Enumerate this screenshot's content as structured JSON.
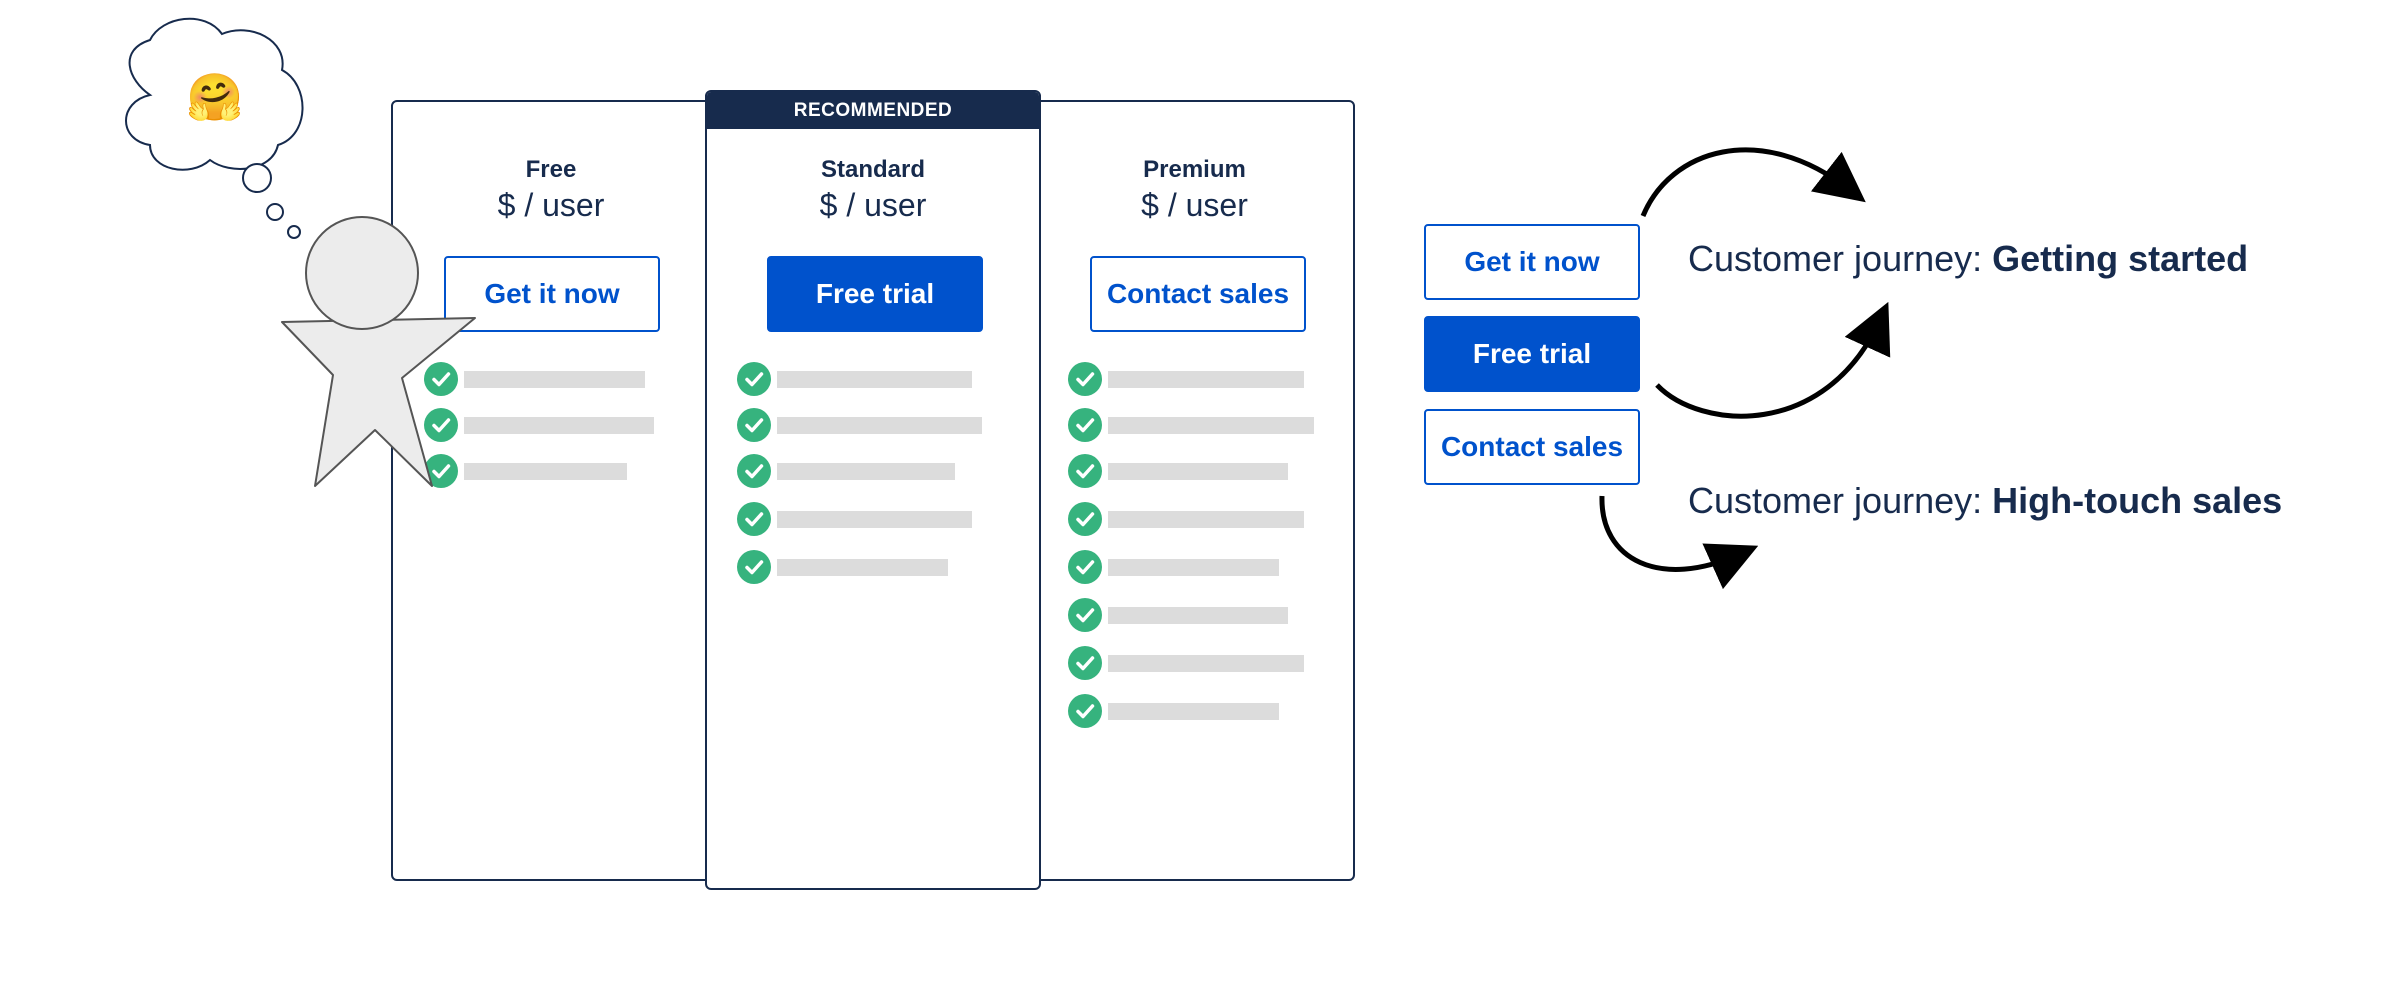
{
  "plans": [
    {
      "name": "Free",
      "price": "$ / user",
      "button": "Get it now",
      "button_style": "outline",
      "feature_count": 3,
      "recommended": false
    },
    {
      "name": "Standard",
      "price": "$ / user",
      "button": "Free trial",
      "button_style": "solid",
      "feature_count": 5,
      "recommended": true,
      "badge": "RECOMMENDED"
    },
    {
      "name": "Premium",
      "price": "$ / user",
      "button": "Contact sales",
      "button_style": "outline",
      "feature_count": 8,
      "recommended": false
    }
  ],
  "journey_buttons": {
    "get_it_now": "Get it now",
    "free_trial": "Free trial",
    "contact_sales": "Contact sales"
  },
  "journeys": [
    {
      "prefix": "Customer journey: ",
      "name": "Getting started"
    },
    {
      "prefix": "Customer journey: ",
      "name": "High-touch sales"
    }
  ],
  "thought_emoji": "🤗",
  "colors": {
    "brand_blue": "#0052cc",
    "navy": "#172b4d",
    "check_green": "#36b37e",
    "placeholder_gray": "#dcdcdc"
  },
  "icons": [
    "check-circle-icon",
    "thought-bubble-icon",
    "person-figure-icon",
    "curved-arrow-icon"
  ]
}
